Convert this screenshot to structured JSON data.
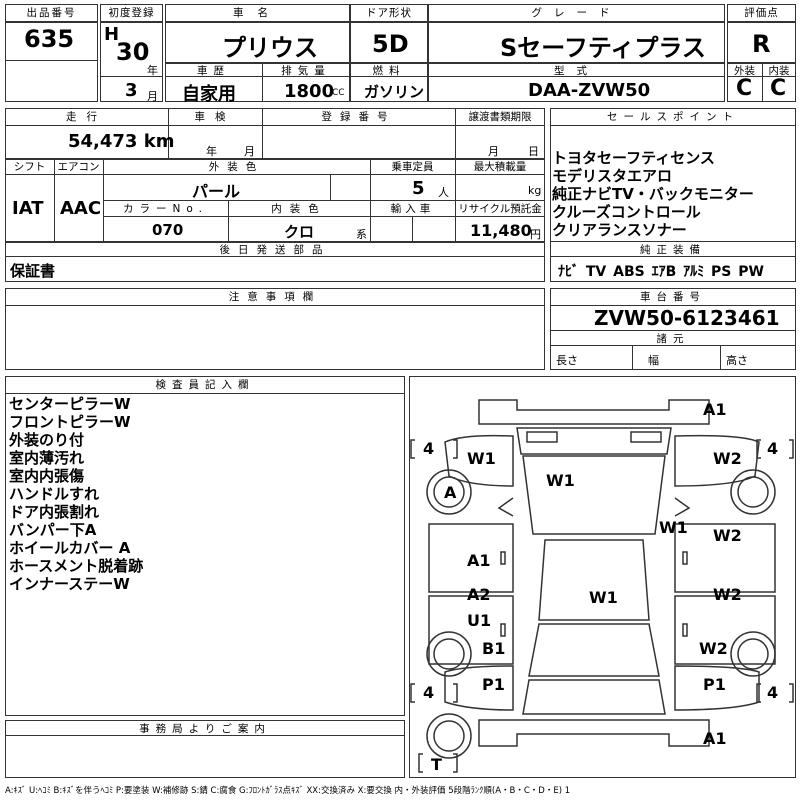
{
  "header": {
    "lot_label": "出品番号",
    "lot_number": "635",
    "first_reg_label": "初度登録",
    "era": "H",
    "year_num": "30",
    "year_unit": "年",
    "month_num": "3",
    "month_unit": "月",
    "car_name_label": "車名",
    "car_name": "プリウス",
    "doors_label": "ドア形状",
    "doors": "5D",
    "grade_label": "グレード",
    "grade": "Sセーフティプラス",
    "score_label": "評価点",
    "score": "R",
    "history_label": "車歴",
    "history": "自家用",
    "displacement_label": "排気量",
    "displacement": "1800",
    "displacement_unit": "CC",
    "fuel_label": "燃料",
    "fuel": "ガソリン",
    "model_label": "型式",
    "model": "DAA-ZVW50",
    "exterior_label": "外装",
    "exterior_grade": "C",
    "interior_label": "内装",
    "interior_grade": "C"
  },
  "row2": {
    "mileage_label": "走行",
    "mileage": "54,473 km",
    "inspection_label": "車検",
    "inspection_year_unit": "年",
    "inspection_month_unit": "月",
    "reg_no_label": "登録番号",
    "transfer_label": "譲渡書類期限",
    "transfer_month_unit": "月",
    "transfer_day_unit": "日",
    "shift_label": "シフト",
    "shift": "IAT",
    "ac_label": "エアコン",
    "ac": "AAC",
    "color_label": "外装色",
    "color": "パール",
    "capacity_label": "乗車定員",
    "capacity": "5",
    "capacity_unit": "人",
    "load_label": "最大積載量",
    "load_unit": "kg",
    "color_no_label": "カラーNo.",
    "color_no": "070",
    "interior_color_label": "内装色",
    "interior_color": "クロ",
    "interior_color_unit": "系",
    "import_label": "輸入車",
    "recycle_label": "リサイクル預託金",
    "recycle": "11,480",
    "recycle_unit": "円",
    "later_label": "後日発送部品",
    "later_value": "保証書"
  },
  "sales": {
    "label": "セールスポイント",
    "points": [
      "トヨタセーフティセンス",
      "モデリスタエアロ",
      "純正ナビTV・バックモニター",
      "クルーズコントロール",
      "クリアランスソナー"
    ],
    "equip_label": "純正装備",
    "equipment": "ﾅﾋﾞ  TV  ABS ｴｱB ｱﾙﾐ PS PW"
  },
  "notes": {
    "label": "注意事項欄"
  },
  "chassis": {
    "label": "車台番号",
    "number": "ZVW50-6123461",
    "dims_label": "諸元",
    "length_label": "長さ",
    "width_label": "幅",
    "height_label": "高さ"
  },
  "inspector": {
    "label": "検査員記入欄",
    "items": [
      "センターピラーW",
      "フロントピラーW",
      "外装のり付",
      "室内薄汚れ",
      "室内内張傷",
      "ハンドルすれ",
      "ドア内張割れ",
      "バンパー下A",
      "ホイールカバー A",
      "ホースメント脱着跡",
      "インナーステーW"
    ]
  },
  "diagram": {
    "labels": {
      "front_bumper": "A1",
      "rear_bumper": "A1",
      "front_left_wheel": "A",
      "tread_fl": "4",
      "tread_fr": "4",
      "tread_rl": "4",
      "tread_rr": "4",
      "spare": "T",
      "hood_left": "W1",
      "hood_center": "W1",
      "fender_right": "W2",
      "windshield_right": "W1",
      "door_left_front": "A1",
      "door_right_front": "W2",
      "door_left_rear_a": "A2",
      "door_left_rear_u": "U1",
      "door_right_rear": "W2",
      "roof": "W1",
      "quarter_left": "B1",
      "quarter_right": "W2",
      "rear_left": "P1",
      "rear_right": "P1"
    }
  },
  "office": {
    "label": "事務局よりご案内"
  },
  "footer": {
    "legend": "A:ｷｽﾞ  U:ﾍｺﾐ  B:ｷｽﾞを伴うﾍｺﾐ  P:要塗装  W:補修跡  S:錆  C:腐食  G:ﾌﾛﾝﾄｶﾞﾗｽ点ｷｽﾞ  XX:交換済み  X:要交換   内・外装評価  5段階ﾗﾝｸ順(A・B・C・D・E)  1"
  }
}
